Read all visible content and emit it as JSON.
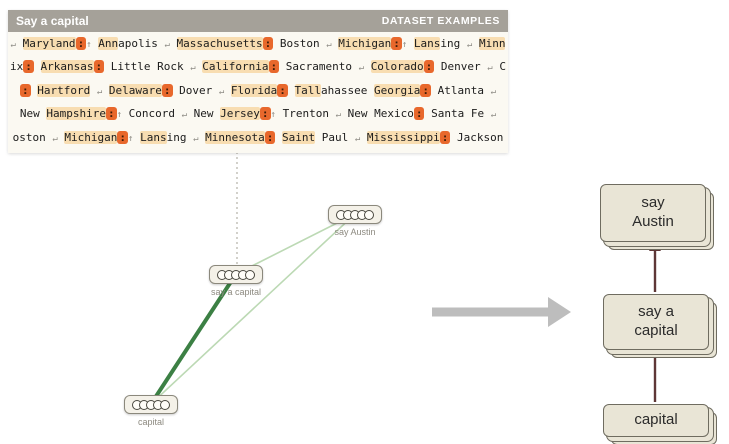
{
  "panel": {
    "title": "Say a capital",
    "header_right": "DATASET EXAMPLES",
    "lines": [
      [
        {
          "t": "↵",
          "h": "d"
        },
        {
          "t": " ",
          "h": "n"
        },
        {
          "t": "Maryland",
          "h": "l"
        },
        {
          "t": ":",
          "h": "s"
        },
        {
          "t": "↑",
          "h": "d"
        },
        {
          "t": " ",
          "h": "n"
        },
        {
          "t": "Ann",
          "h": "l"
        },
        {
          "t": "apolis ",
          "h": "n"
        },
        {
          "t": "↵",
          "h": "d"
        },
        {
          "t": " ",
          "h": "n"
        },
        {
          "t": "Massachusetts",
          "h": "l"
        },
        {
          "t": ":",
          "h": "s"
        },
        {
          "t": " Boston ",
          "h": "n"
        },
        {
          "t": "↵",
          "h": "d"
        },
        {
          "t": " ",
          "h": "n"
        },
        {
          "t": "Michigan",
          "h": "l"
        },
        {
          "t": ":",
          "h": "s"
        },
        {
          "t": "↑",
          "h": "d"
        },
        {
          "t": " ",
          "h": "n"
        },
        {
          "t": "Lans",
          "h": "l"
        },
        {
          "t": "ing ",
          "h": "n"
        },
        {
          "t": "↵",
          "h": "d"
        },
        {
          "t": " ",
          "h": "n"
        },
        {
          "t": "Minn",
          "h": "l"
        }
      ],
      [
        {
          "t": "ix",
          "h": "n"
        },
        {
          "t": ":",
          "h": "s"
        },
        {
          "t": " ",
          "h": "n"
        },
        {
          "t": "Arkansas",
          "h": "l"
        },
        {
          "t": ":",
          "h": "s"
        },
        {
          "t": " Little Rock ",
          "h": "n"
        },
        {
          "t": "↵",
          "h": "d"
        },
        {
          "t": " ",
          "h": "n"
        },
        {
          "t": "California",
          "h": "l"
        },
        {
          "t": ":",
          "h": "s"
        },
        {
          "t": " Sacramento ",
          "h": "n"
        },
        {
          "t": "↵",
          "h": "d"
        },
        {
          "t": " ",
          "h": "n"
        },
        {
          "t": "Colorado",
          "h": "l"
        },
        {
          "t": ":",
          "h": "s"
        },
        {
          "t": " Denver ",
          "h": "n"
        },
        {
          "t": "↵",
          "h": "d"
        },
        {
          "t": " C",
          "h": "n"
        }
      ],
      [
        {
          "t": ":",
          "h": "s"
        },
        {
          "t": " ",
          "h": "n"
        },
        {
          "t": "Hartford",
          "h": "l"
        },
        {
          "t": " ",
          "h": "n"
        },
        {
          "t": "↵",
          "h": "d"
        },
        {
          "t": " ",
          "h": "n"
        },
        {
          "t": "Delaware",
          "h": "l"
        },
        {
          "t": ":",
          "h": "s"
        },
        {
          "t": " Dover ",
          "h": "n"
        },
        {
          "t": "↵",
          "h": "d"
        },
        {
          "t": " ",
          "h": "n"
        },
        {
          "t": "Florida",
          "h": "l"
        },
        {
          "t": ":",
          "h": "s"
        },
        {
          "t": " ",
          "h": "n"
        },
        {
          "t": "Tall",
          "h": "l"
        },
        {
          "t": "ahassee ",
          "h": "n"
        },
        {
          "t": "Georgia",
          "h": "l"
        },
        {
          "t": ":",
          "h": "s"
        },
        {
          "t": " Atlanta ",
          "h": "n"
        },
        {
          "t": "↵",
          "h": "d"
        }
      ],
      [
        {
          "t": "New ",
          "h": "n"
        },
        {
          "t": "Hampshire",
          "h": "l"
        },
        {
          "t": ":",
          "h": "s"
        },
        {
          "t": "↑",
          "h": "d"
        },
        {
          "t": " Concord ",
          "h": "n"
        },
        {
          "t": "↵",
          "h": "d"
        },
        {
          "t": " New ",
          "h": "n"
        },
        {
          "t": "Jersey",
          "h": "l"
        },
        {
          "t": ":",
          "h": "s"
        },
        {
          "t": "↑",
          "h": "d"
        },
        {
          "t": " Trenton ",
          "h": "n"
        },
        {
          "t": "↵",
          "h": "d"
        },
        {
          "t": " New Mexico",
          "h": "n"
        },
        {
          "t": ":",
          "h": "s"
        },
        {
          "t": " Santa Fe ",
          "h": "n"
        },
        {
          "t": "↵",
          "h": "d"
        }
      ],
      [
        {
          "t": "oston ",
          "h": "n"
        },
        {
          "t": "↵",
          "h": "d"
        },
        {
          "t": " ",
          "h": "n"
        },
        {
          "t": "Michigan",
          "h": "l"
        },
        {
          "t": ":",
          "h": "s"
        },
        {
          "t": "↑",
          "h": "d"
        },
        {
          "t": " ",
          "h": "n"
        },
        {
          "t": "Lans",
          "h": "l"
        },
        {
          "t": "ing ",
          "h": "n"
        },
        {
          "t": "↵",
          "h": "d"
        },
        {
          "t": " ",
          "h": "n"
        },
        {
          "t": "Minnesota",
          "h": "l"
        },
        {
          "t": ":",
          "h": "s"
        },
        {
          "t": " ",
          "h": "n"
        },
        {
          "t": "Saint",
          "h": "l"
        },
        {
          "t": " Paul ",
          "h": "n"
        },
        {
          "t": "↵",
          "h": "d"
        },
        {
          "t": " ",
          "h": "n"
        },
        {
          "t": "Mississippi",
          "h": "l"
        },
        {
          "t": ":",
          "h": "s"
        },
        {
          "t": " Jackson",
          "h": "n"
        }
      ]
    ]
  },
  "graph": {
    "nodes": [
      {
        "id": "say-austin",
        "label": "say Austin"
      },
      {
        "id": "say-a-capital",
        "label": "say a capital"
      },
      {
        "id": "capital",
        "label": "capital"
      }
    ],
    "edges": [
      {
        "from": "capital",
        "to": "say a capital",
        "strength": "strong"
      },
      {
        "from": "capital",
        "to": "say Austin",
        "strength": "weak"
      },
      {
        "from": "say a capital",
        "to": "say Austin",
        "strength": "weak"
      }
    ]
  },
  "flow": {
    "boxes": [
      {
        "id": "say-austin",
        "label": "say\nAustin"
      },
      {
        "id": "say-a-capital",
        "label": "say a\ncapital"
      },
      {
        "id": "capital",
        "label": "capital"
      }
    ],
    "arrows": [
      {
        "from": "capital",
        "to": "say a capital"
      },
      {
        "from": "say a capital",
        "to": "say Austin"
      }
    ]
  },
  "colors": {
    "header_bg": "#a5a199",
    "panel_bg": "#fbf9f2",
    "highlight_light": "#f8ddb1",
    "highlight_strong": "#e8682c",
    "edge_strong": "#3c8044",
    "edge_weak": "#bcd9b4",
    "flow_arrow": "#5e3737",
    "transform_arrow": "#bdbdbd",
    "box_fill": "#e9e5d6",
    "box_border": "#6f6c60"
  }
}
